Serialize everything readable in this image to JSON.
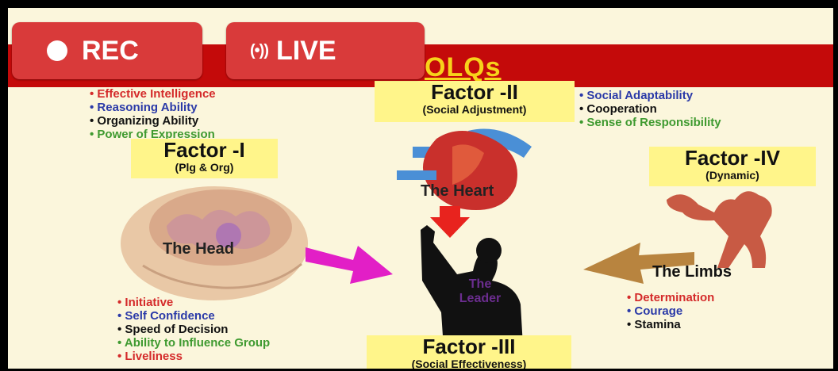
{
  "controls": {
    "rec_label": "REC",
    "live_label": "LIVE",
    "live_icon": "(•))"
  },
  "slide": {
    "title": "OLQs",
    "factor1": {
      "title": "Factor -I",
      "subtitle": "(Plg & Org)",
      "items_top": [
        "Effective Intelligence",
        "Reasoning Ability",
        "Organizing Ability",
        "Power of Expression"
      ],
      "caption": "The Head",
      "items_bottom": [
        "Initiative",
        "Self Confidence",
        "Speed of Decision",
        "Ability to Influence Group",
        "Liveliness"
      ]
    },
    "factor2": {
      "title": "Factor -II",
      "subtitle": "(Social Adjustment)",
      "items": [
        "Social Adaptability",
        "Cooperation",
        "Sense of Responsibility"
      ],
      "caption": "The Heart"
    },
    "factor3": {
      "title": "Factor -III",
      "subtitle": "(Social Effectiveness)",
      "caption": "The Leader"
    },
    "factor4": {
      "title": "Factor -IV",
      "subtitle": "(Dynamic)",
      "caption": "The Limbs",
      "items": [
        "Determination",
        "Courage",
        "Stamina"
      ]
    }
  },
  "colors": {
    "bar_red": "#c40a0a",
    "button_red": "#d93a3a",
    "title_yellow": "#f7d21a",
    "factor_yellow": "#fff58a",
    "arrow_magenta": "#e21fc6",
    "arrow_red": "#e8231e",
    "arrow_tan": "#b8843f"
  }
}
